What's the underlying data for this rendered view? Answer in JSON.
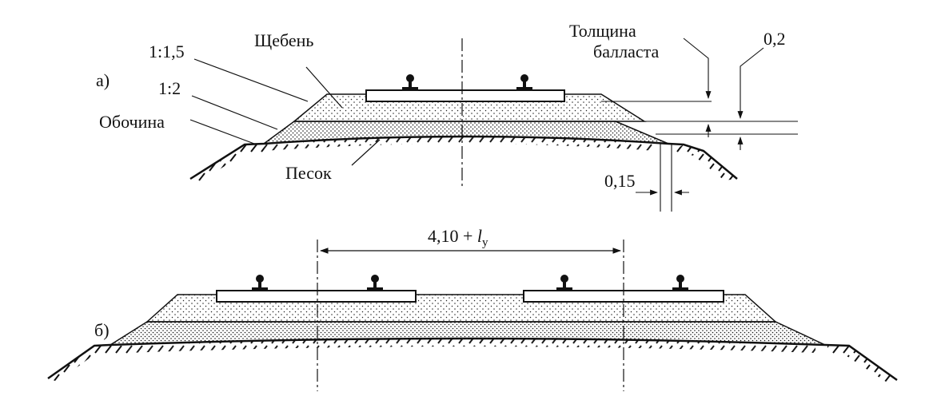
{
  "labels": {
    "panel_a": "а)",
    "panel_b": "б)",
    "slope_1": "1:1,5",
    "slope_2": "1:2",
    "shoulder": "Обочина",
    "crushed_stone": "Щебень",
    "sand": "Песок",
    "ballast_thickness_line1": "Толщина",
    "ballast_thickness_line2": "балласта",
    "dim_02": "0,2",
    "dim_015": "0,15",
    "dim_track_spacing_base": "4,10 + ",
    "dim_track_spacing_var": "l",
    "dim_track_spacing_sub": "у"
  },
  "colors": {
    "ink": "#111111",
    "background": "#ffffff"
  }
}
